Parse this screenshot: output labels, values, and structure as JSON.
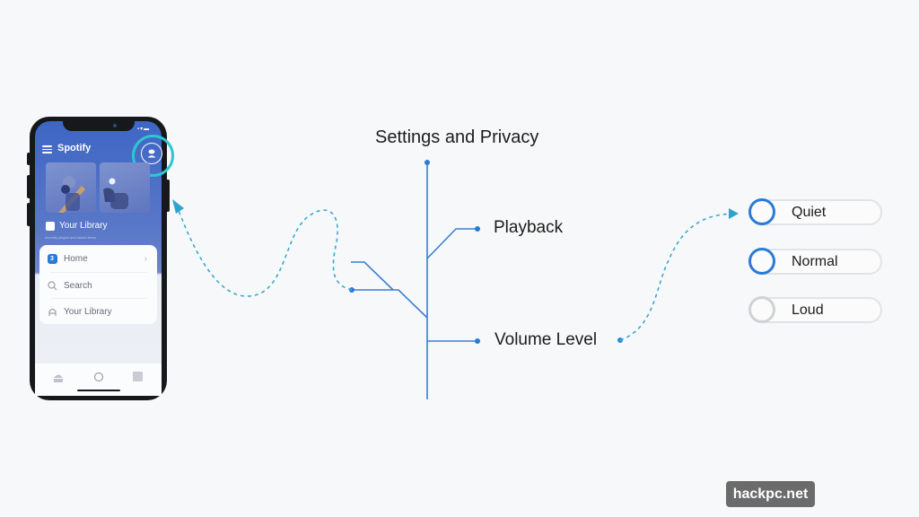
{
  "phone": {
    "app_title": "Spotify",
    "status_icons": "signal-wifi-battery",
    "library_title": "Your Library",
    "library_subtitle": "recently played and saved items",
    "nav_items": [
      {
        "label": "Home",
        "icon": "home-badge-icon",
        "badge": "3"
      },
      {
        "label": "Search",
        "icon": "search-icon"
      },
      {
        "label": "Your Library",
        "icon": "library-icon"
      }
    ],
    "bottom_tabs": [
      "home-tab-icon",
      "circle-tab-icon",
      "square-tab-icon"
    ]
  },
  "diagram": {
    "title": "Settings and Privacy",
    "branches": [
      "Playback",
      "Volume Level"
    ]
  },
  "options": [
    {
      "label": "Quiet",
      "state": "active"
    },
    {
      "label": "Normal",
      "state": "active"
    },
    {
      "label": "Loud",
      "state": "inactive"
    }
  ],
  "colors": {
    "accent_blue": "#2a7ad6",
    "line_blue": "#3a7fd4",
    "dash_cyan": "#3aa9cf",
    "highlight_ring": "#2ec7d0",
    "inactive_gray": "#cfd1d4"
  },
  "watermark": "hackpc.net"
}
